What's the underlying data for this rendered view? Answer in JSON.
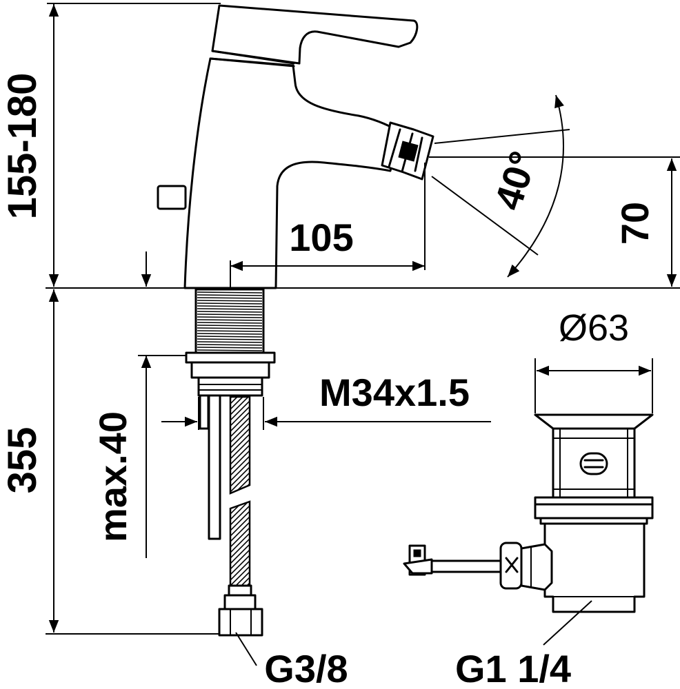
{
  "dimensions": {
    "height_range": "155-180",
    "reach": "105",
    "angle": "40°",
    "spout_height": "70",
    "below_total": "355",
    "max_thickness": "max.40",
    "thread": "M34x1.5",
    "waste_diameter": "Ø63",
    "inlet_connection": "G3/8",
    "waste_connection": "G1 1/4"
  },
  "colors": {
    "line": "#000000",
    "background": "#ffffff"
  }
}
